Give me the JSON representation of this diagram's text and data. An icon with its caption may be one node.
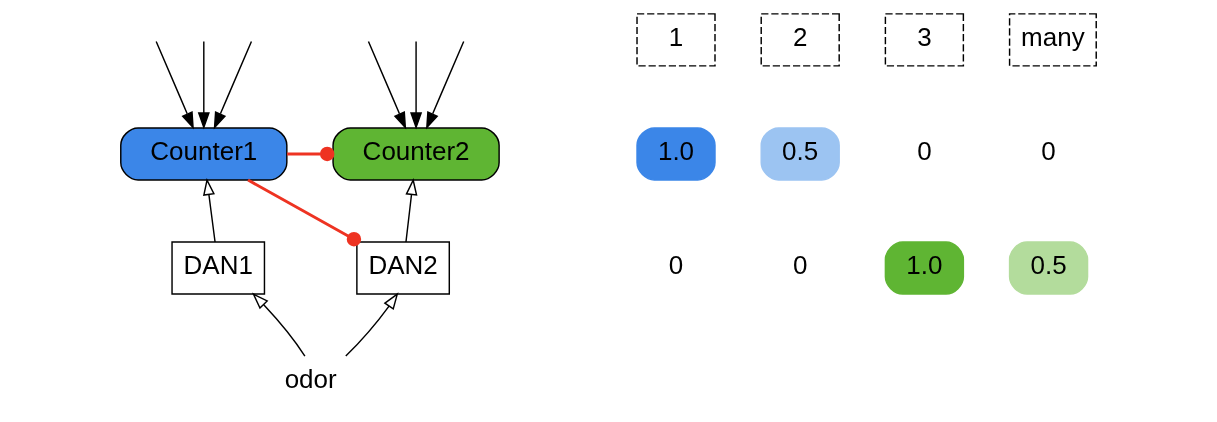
{
  "diagram": {
    "nodes": [
      {
        "text": [
          "Counter1"
        ]
      },
      {
        "text": [
          "Counter2"
        ]
      },
      {
        "text": [
          "DAN1"
        ]
      },
      {
        "text": [
          "DAN2"
        ]
      },
      {
        "text": [
          "odor"
        ]
      },
      {
        "text": [
          "1"
        ]
      },
      {
        "text": [
          "2"
        ]
      },
      {
        "text": [
          "3"
        ]
      },
      {
        "text": [
          "many"
        ]
      },
      {
        "text": [
          "1.0"
        ]
      },
      {
        "text": [
          "0.5"
        ]
      },
      {
        "text": [
          "1.0"
        ]
      },
      {
        "text": [
          "0.5"
        ]
      }
    ],
    "edges": [
      {
        "from": null,
        "to": 0,
        "arrow": "to"
      },
      {
        "from": null,
        "to": 0,
        "arrow": "to"
      },
      {
        "from": null,
        "to": 0,
        "arrow": "to"
      },
      {
        "from": null,
        "to": 1,
        "arrow": "to"
      },
      {
        "from": null,
        "to": 1,
        "arrow": "to"
      },
      {
        "from": null,
        "to": 1,
        "arrow": "to"
      },
      {
        "from": 2,
        "to": 0,
        "arrow": "to"
      },
      {
        "from": 3,
        "to": 1,
        "arrow": "to"
      },
      {
        "from": 0,
        "to": 1,
        "arrow": "other",
        "color": "#ee3322"
      },
      {
        "from": 0,
        "to": 3,
        "arrow": "other",
        "color": "#ee3322"
      },
      {
        "from": 4,
        "to": 2,
        "arrow": "to"
      },
      {
        "from": 4,
        "to": 3,
        "arrow": "to"
      }
    ],
    "labels": [
      "0",
      "0",
      "0",
      "0"
    ]
  }
}
